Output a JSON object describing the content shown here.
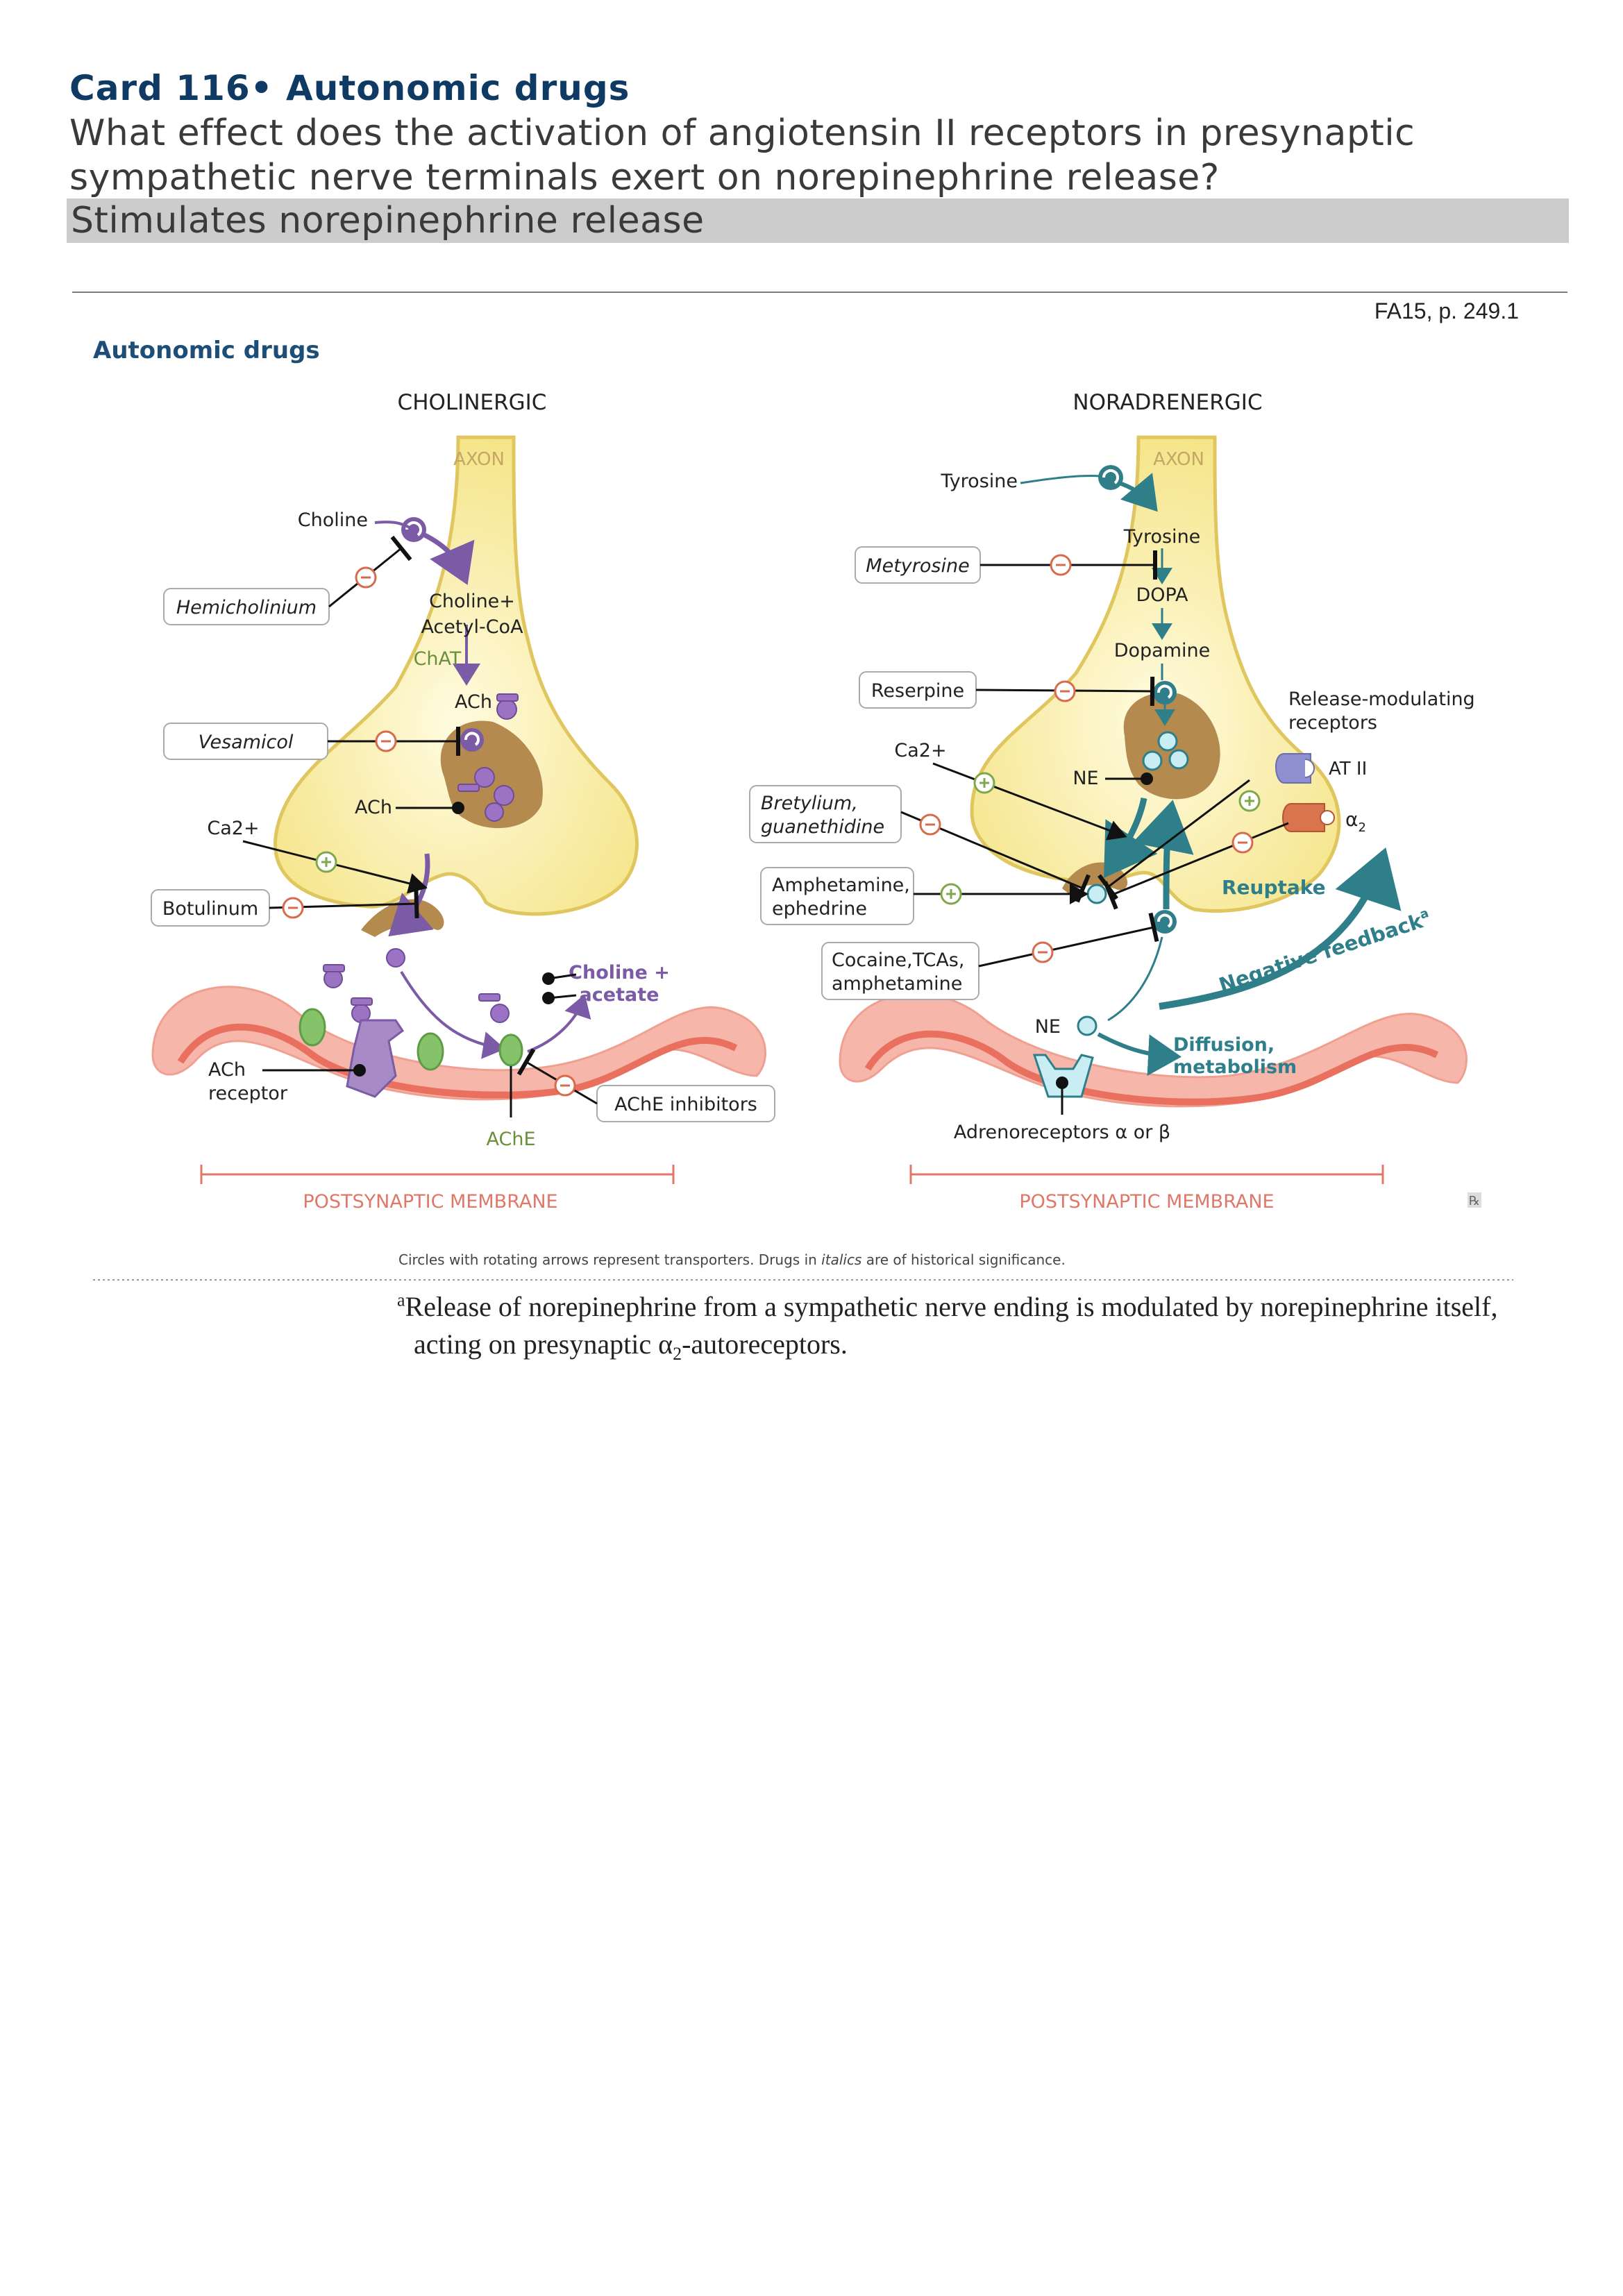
{
  "card": {
    "title": "Card 116• Autonomic drugs",
    "question": "What effect does the activation of angiotensin II receptors in presynaptic sympathetic nerve terminals exert on norepinephrine release?",
    "answer": "Stimulates norepinephrine release",
    "reference": "FA15, p. 249.1"
  },
  "figure": {
    "title": "Autonomic drugs",
    "caption_main": "Circles with rotating arrows represent transporters. Drugs in ",
    "caption_italic": "italics",
    "caption_end": " are of historical significance.",
    "logo_text": "℞",
    "colors": {
      "title": "#1d4e77",
      "cholinergic_accent": "#7b5aa6",
      "noradrenergic_accent": "#2f7f8a",
      "axon_label": "#c6a568",
      "membrane_label": "#e0786a",
      "terminal_fill": "#fbf4b8",
      "vesicle": "#b48a4e",
      "stimulate": "#7fa84a",
      "inhibit": "#d76b4c"
    },
    "cholinergic": {
      "heading": "CHOLINERGIC",
      "axon": "AXON",
      "choline": "Choline",
      "hemicholinium": "Hemicholinium",
      "choline_acetyl_1": "Choline+",
      "choline_acetyl_2": "Acetyl-CoA",
      "chat": "ChAT",
      "ach_top": "ACh",
      "vesamicol": "Vesamicol",
      "ach_vesicle": "ACh",
      "ca": "Ca2+",
      "botulinum": "Botulinum",
      "choline_acetate_1": "Choline +",
      "choline_acetate_2": "acetate",
      "ach_receptor_1": "ACh",
      "ach_receptor_2": "receptor",
      "ache_inhibitors": "AChE inhibitors",
      "ache": "AChE",
      "membrane": "POSTSYNAPTIC MEMBRANE"
    },
    "noradrenergic": {
      "heading": "NORADRENERGIC",
      "axon": "AXON",
      "tyrosine_in": "Tyrosine",
      "tyrosine": "Tyrosine",
      "metyrosine": "Metyrosine",
      "dopa": "DOPA",
      "dopamine": "Dopamine",
      "reserpine": "Reserpine",
      "release_mod_1": "Release-modulating",
      "release_mod_2": "receptors",
      "at2": "AT II",
      "alpha2": "α",
      "alpha2_sub": "2",
      "ca": "Ca2+",
      "ne_vesicle": "NE",
      "bretylium_1": "Bretylium,",
      "bretylium_2": "guanethidine",
      "amphetamine_1": "Amphetamine,",
      "amphetamine_2": "ephedrine",
      "reuptake": "Reuptake",
      "cocaine_1": "Cocaine,TCAs,",
      "cocaine_2": "amphetamine",
      "negative_feedback": "Negative feedback",
      "ne_cleft": "NE",
      "diffusion_1": "Diffusion,",
      "diffusion_2": "metabolism",
      "adrenoreceptors": "Adrenoreceptors α or β",
      "membrane": "POSTSYNAPTIC MEMBRANE"
    }
  },
  "footnote": {
    "mark": "a",
    "line1": "Release of norepinephrine from a sympathetic nerve ending is modulated by norepinephrine itself,",
    "line2_pre": "acting on presynaptic α",
    "line2_sub": "2",
    "line2_post": "-autoreceptors."
  }
}
